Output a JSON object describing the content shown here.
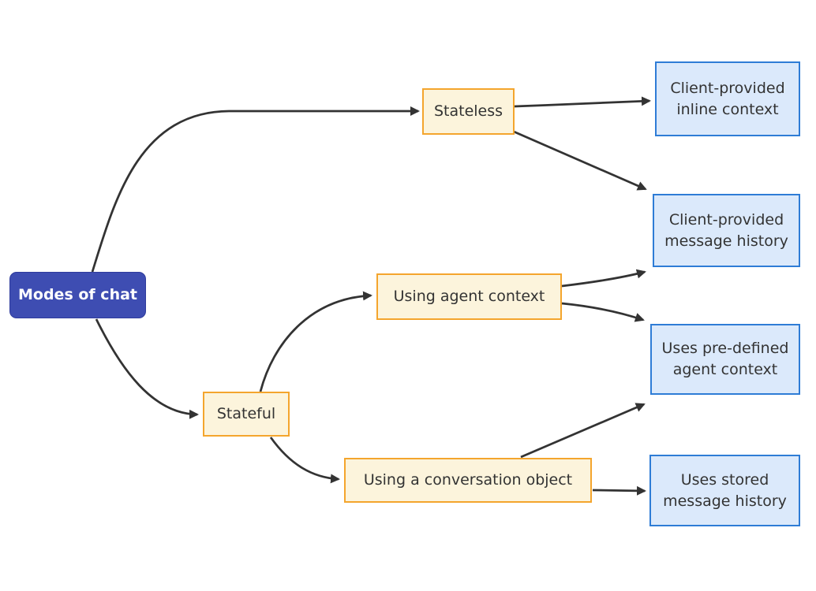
{
  "diagram": {
    "type": "flowchart",
    "direction": "left-to-right",
    "nodes": {
      "root": {
        "label": "Modes of chat",
        "kind": "root"
      },
      "stateless": {
        "label": "Stateless",
        "kind": "branch"
      },
      "stateful": {
        "label": "Stateful",
        "kind": "branch"
      },
      "using_agent_context": {
        "label": "Using agent context",
        "kind": "branch"
      },
      "using_conversation_object": {
        "label": "Using a conversation object",
        "kind": "branch"
      },
      "inline_context": {
        "label": "Client-provided inline context",
        "kind": "leaf"
      },
      "message_history": {
        "label": "Client-provided message history",
        "kind": "leaf"
      },
      "pre_defined_agent_context": {
        "label": "Uses pre-defined agent context",
        "kind": "leaf"
      },
      "stored_message_history": {
        "label": "Uses stored message history",
        "kind": "leaf"
      }
    },
    "edges": [
      {
        "from": "root",
        "to": "stateless"
      },
      {
        "from": "root",
        "to": "stateful"
      },
      {
        "from": "stateless",
        "to": "inline_context"
      },
      {
        "from": "stateless",
        "to": "message_history"
      },
      {
        "from": "stateful",
        "to": "using_agent_context"
      },
      {
        "from": "stateful",
        "to": "using_conversation_object"
      },
      {
        "from": "using_agent_context",
        "to": "message_history"
      },
      {
        "from": "using_agent_context",
        "to": "pre_defined_agent_context"
      },
      {
        "from": "using_conversation_object",
        "to": "pre_defined_agent_context"
      },
      {
        "from": "using_conversation_object",
        "to": "stored_message_history"
      }
    ]
  },
  "colors": {
    "root-fill": "#3E4DB2",
    "root-border": "#2F3C9D",
    "branch-fill": "#FCF4DC",
    "branch-border": "#F4A52D",
    "leaf-fill": "#DBE9FB",
    "leaf-border": "#2E7CD6",
    "edge": "#333333",
    "text": "#333333"
  }
}
